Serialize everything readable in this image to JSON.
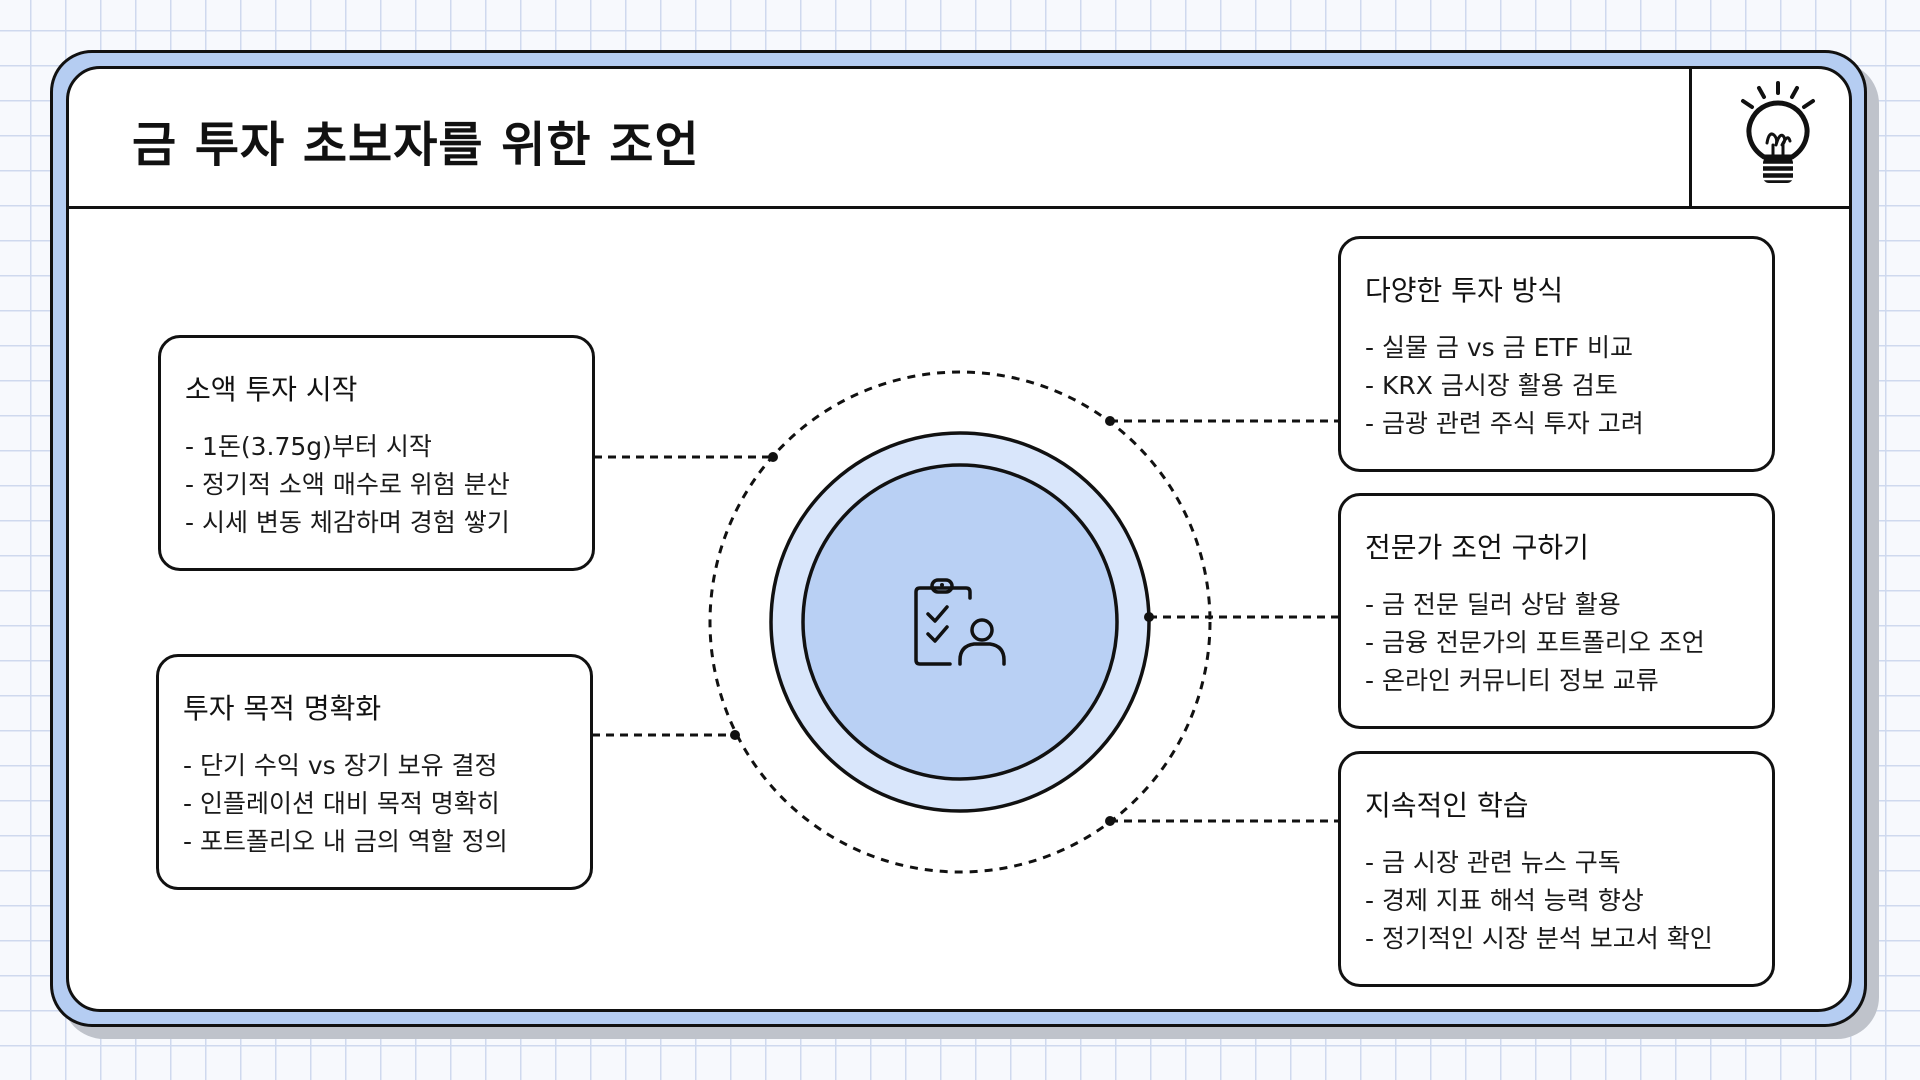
{
  "title": "금 투자 초보자를 위한 조언",
  "colors": {
    "frame": "#b5cdf2",
    "circle_outer": "#d9e6fb",
    "circle_inner": "#b9d0f4",
    "grid": "#cfd9ee"
  },
  "icons": {
    "header": "lightbulb-icon",
    "center": "clipboard-person-icon"
  },
  "cards": {
    "small_investment": {
      "title": "소액 투자 시작",
      "items": [
        "- 1돈(3.75g)부터 시작",
        "- 정기적 소액 매수로 위험 분산",
        "- 시세 변동 체감하며 경험 쌓기"
      ]
    },
    "clear_purpose": {
      "title": "투자 목적 명확화",
      "items": [
        "- 단기 수익 vs 장기 보유 결정",
        "- 인플레이션 대비 목적 명확히",
        "- 포트폴리오 내 금의 역할 정의"
      ]
    },
    "diverse_methods": {
      "title": "다양한 투자 방식",
      "items": [
        "- 실물 금 vs 금 ETF 비교",
        "- KRX 금시장 활용 검토",
        "- 금광 관련 주식 투자 고려"
      ]
    },
    "expert_advice": {
      "title": "전문가 조언 구하기",
      "items": [
        "- 금 전문 딜러 상담 활용",
        "- 금융 전문가의 포트폴리오 조언",
        "- 온라인 커뮤니티 정보 교류"
      ]
    },
    "continuous_learning": {
      "title": "지속적인 학습",
      "items": [
        "- 금 시장 관련 뉴스 구독",
        "- 경제 지표 해석 능력 향상",
        "- 정기적인 시장 분석 보고서 확인"
      ]
    }
  }
}
